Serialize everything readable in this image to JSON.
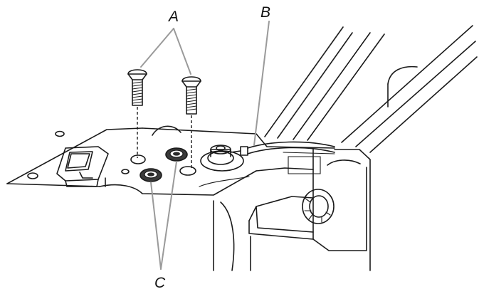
{
  "callouts": {
    "a": "A",
    "b": "B",
    "c": "C"
  },
  "colors": {
    "line": "#1a1a1a",
    "leader": "#9a9a9a",
    "background": "#ffffff"
  }
}
